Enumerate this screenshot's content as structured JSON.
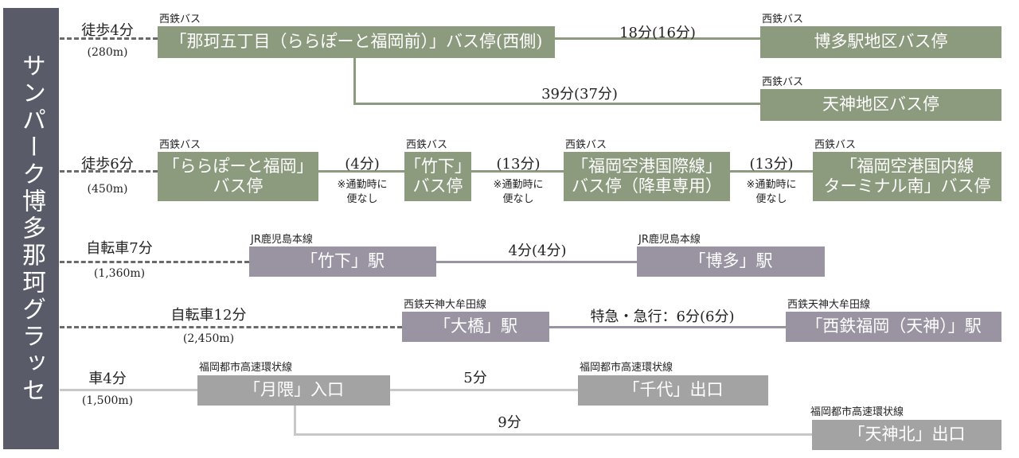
{
  "title": "サンパーク博多那珂グラッセ",
  "colors": {
    "sidebar": "#595c68",
    "bus": "#8c9a7e",
    "rail": "#9a94a2",
    "road": "#a3a3a3"
  },
  "row1": {
    "access": "徒歩4分",
    "distance": "(280m)",
    "origin": {
      "operator": "西鉄バス",
      "name": "「那珂五丁目（ららぽーと福岡前）」バス停(西側)"
    },
    "dest1": {
      "operator": "西鉄バス",
      "name": "博多駅地区バス停",
      "time": "18分(16分)"
    },
    "dest2": {
      "operator": "西鉄バス",
      "name": "天神地区バス停",
      "time": "39分(37分)"
    }
  },
  "row2": {
    "access": "徒歩6分",
    "distance": "(450m)",
    "stops": [
      {
        "operator": "西鉄バス",
        "name": "「ららぽーと福岡」\nバス停"
      },
      {
        "operator": "西鉄バス",
        "name": "「竹下」\nバス停"
      },
      {
        "operator": "西鉄バス",
        "name": "「福岡空港国際線」\nバス停（降車専用）"
      },
      {
        "operator": "西鉄バス",
        "name": "「福岡空港国内線\nターミナル南」バス停"
      }
    ],
    "legs": [
      {
        "time": "(4分)",
        "note": "※通勤時に\n便なし"
      },
      {
        "time": "(13分)",
        "note": "※通勤時に\n便なし"
      },
      {
        "time": "(13分)",
        "note": "※通勤時に\n便なし"
      }
    ]
  },
  "row3": {
    "access": "自転車7分",
    "distance": "(1,360m)",
    "origin": {
      "line": "JR鹿児島本線",
      "name": "「竹下」駅"
    },
    "dest": {
      "line": "JR鹿児島本線",
      "name": "「博多」駅"
    },
    "time": "4分(4分)"
  },
  "row4": {
    "access": "自転車12分",
    "distance": "(2,450m)",
    "origin": {
      "line": "西鉄天神大牟田線",
      "name": "「大橋」駅"
    },
    "dest": {
      "line": "西鉄天神大牟田線",
      "name": "「西鉄福岡（天神）」駅"
    },
    "time": "特急・急行：6分(6分)"
  },
  "row5": {
    "access": "車4分",
    "distance": "(1,500m)",
    "origin": {
      "line": "福岡都市高速環状線",
      "name": "「月隈」入口"
    },
    "dest1": {
      "line": "福岡都市高速環状線",
      "name": "「千代」出口",
      "time": "5分"
    },
    "dest2": {
      "line": "福岡都市高速環状線",
      "name": "「天神北」出口",
      "time": "9分"
    }
  }
}
